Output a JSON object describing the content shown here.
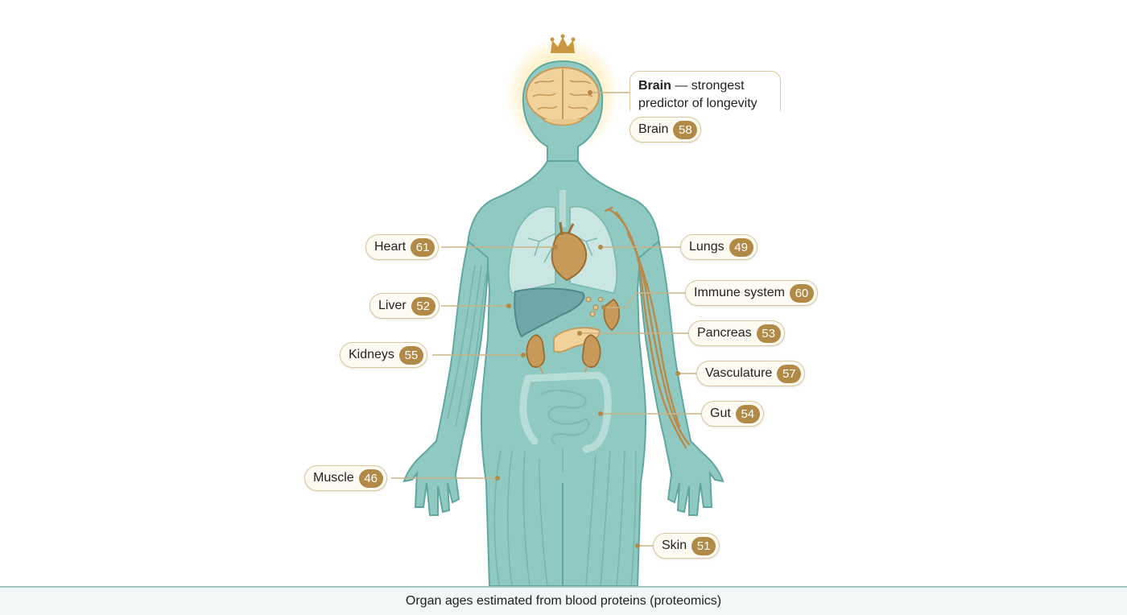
{
  "callout": {
    "bold": "Brain",
    "rest": " — strongest predictor of longevity"
  },
  "organs": [
    {
      "id": "brain",
      "label": "Brain",
      "age": "58"
    },
    {
      "id": "heart",
      "label": "Heart",
      "age": "61"
    },
    {
      "id": "lungs",
      "label": "Lungs",
      "age": "49"
    },
    {
      "id": "immune",
      "label": "Immune system",
      "age": "60"
    },
    {
      "id": "liver",
      "label": "Liver",
      "age": "52"
    },
    {
      "id": "pancreas",
      "label": "Pancreas",
      "age": "53"
    },
    {
      "id": "kidneys",
      "label": "Kidneys",
      "age": "55"
    },
    {
      "id": "vasculature",
      "label": "Vasculature",
      "age": "57"
    },
    {
      "id": "gut",
      "label": "Gut",
      "age": "54"
    },
    {
      "id": "muscle",
      "label": "Muscle",
      "age": "46"
    },
    {
      "id": "skin",
      "label": "Skin",
      "age": "51"
    }
  ],
  "footer": "Organ ages estimated from blood proteins (proteomics)",
  "colors": {
    "body": "#8fc9c1",
    "body_stroke": "#5fa8a0",
    "organ": "#c79a5a",
    "organ_dark": "#9a6f34",
    "accent": "#b08a46",
    "pill_border": "#d8c79f"
  },
  "icons": {
    "top": "crown-icon"
  }
}
